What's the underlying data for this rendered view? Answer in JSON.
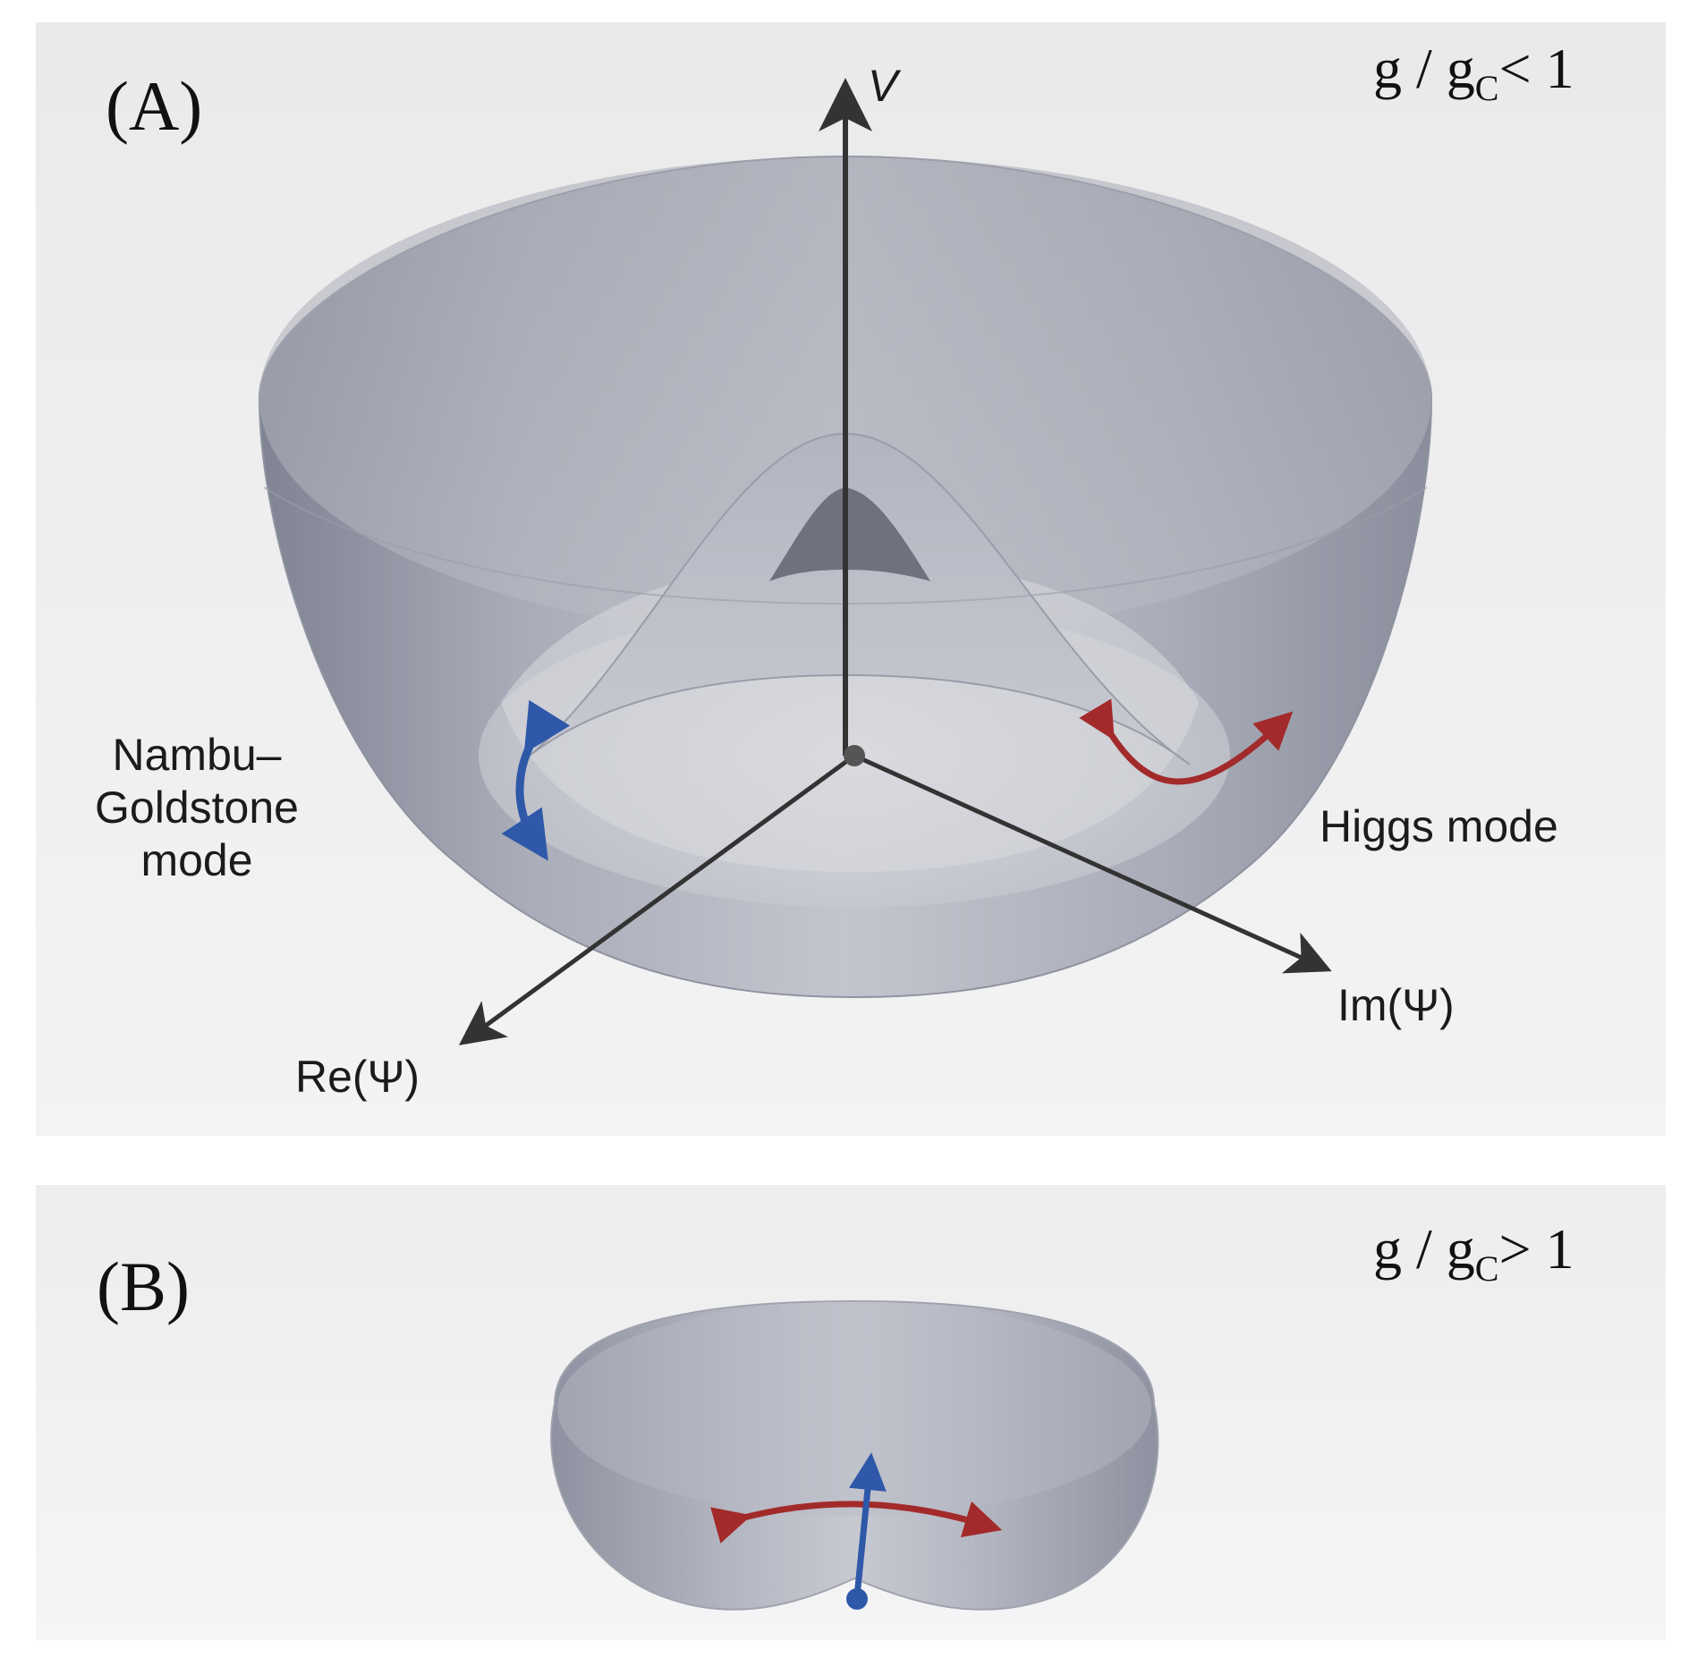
{
  "panel_a": {
    "label": "(A)",
    "condition": {
      "prefix": "g / g",
      "subscript": "C",
      "relation": "< 1"
    },
    "axes": {
      "v": "V",
      "re": "Re(Ψ)",
      "im": "Im(Ψ)"
    },
    "labels": {
      "goldstone_line1": "Nambu–",
      "goldstone_line2": "Goldstone",
      "goldstone_line3": "mode",
      "higgs": "Higgs mode"
    }
  },
  "panel_b": {
    "label": "(B)",
    "condition": {
      "prefix": "g / g",
      "subscript": "C",
      "relation": "> 1"
    }
  },
  "colors": {
    "surface": "#a3a6b2",
    "background": "#eeeeef",
    "axis": "#333333",
    "goldstone_arrow": "#2f58a8",
    "higgs_arrow": "#a32a2a"
  }
}
